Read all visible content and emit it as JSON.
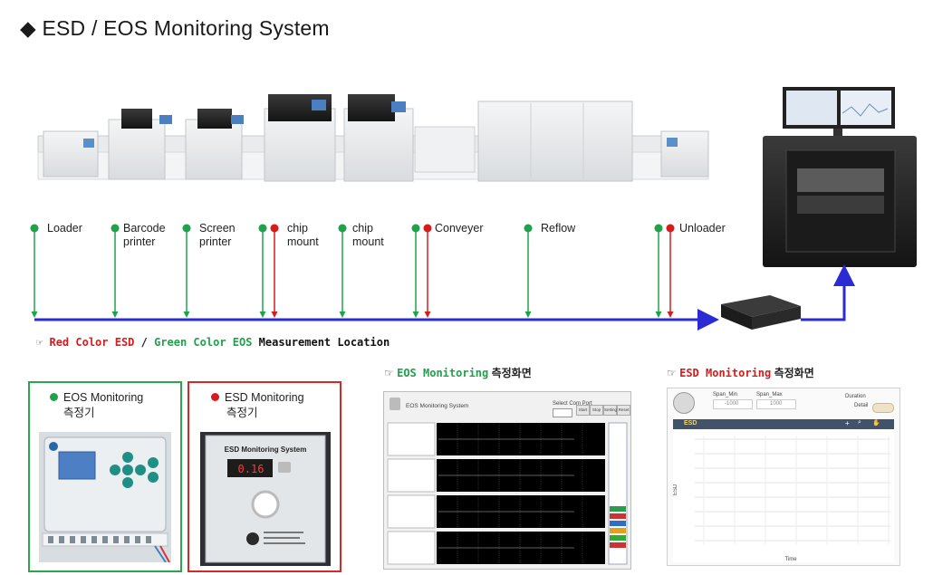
{
  "title": "◆ ESD / EOS Monitoring System",
  "stations": [
    {
      "name": "Loader",
      "line2": "",
      "eos": true,
      "esd": false
    },
    {
      "name": "Barcode",
      "line2": "printer",
      "eos": true,
      "esd": false
    },
    {
      "name": "Screen",
      "line2": "printer",
      "eos": true,
      "esd": false
    },
    {
      "name": "chip",
      "line2": "mount",
      "eos": true,
      "esd": true
    },
    {
      "name": "chip",
      "line2": "mount",
      "eos": true,
      "esd": false
    },
    {
      "name": "Conveyer",
      "line2": "",
      "eos": true,
      "esd": true
    },
    {
      "name": "Reflow",
      "line2": "",
      "eos": true,
      "esd": false
    },
    {
      "name": "Unloader",
      "line2": "",
      "eos": true,
      "esd": true
    }
  ],
  "legend": {
    "prefix": "☞",
    "red_part": "Red Color ESD",
    "separator": " / ",
    "green_part": "Green Color EOS",
    "suffix": " Measurement Location"
  },
  "eos_box": {
    "line1": "EOS Monitoring",
    "line2": "측정기"
  },
  "esd_box": {
    "line1": "ESD Monitoring",
    "line2": "측정기"
  },
  "eos_screen": {
    "prefix": "☞",
    "name": "EOS Monitoring",
    "suffix": " 측정화면"
  },
  "esd_screen": {
    "prefix": "☞",
    "name": "ESD Monitoring",
    "suffix": " 측정화면"
  },
  "esd_device_label": "ESD Monitoring System",
  "esd_device_display": "0.16",
  "eos_app": {
    "title": "EOS Monitoring System",
    "select": "Select Com Port",
    "buttons": [
      "Start",
      "Stop",
      "Setting",
      "Reset"
    ]
  },
  "esd_app": {
    "span_min_label": "Span_Min",
    "span_max_label": "Span_Max",
    "span_min_value": "-1000",
    "span_max_value": "1000",
    "duration_label": "Duration",
    "detail_label": "Detail",
    "chart_title": "ESD",
    "xlabel": "Time",
    "ylabel": "ESD"
  },
  "colors": {
    "eos": "#1fa24a",
    "esd": "#d71c1c",
    "line": "#2b2bd6"
  }
}
